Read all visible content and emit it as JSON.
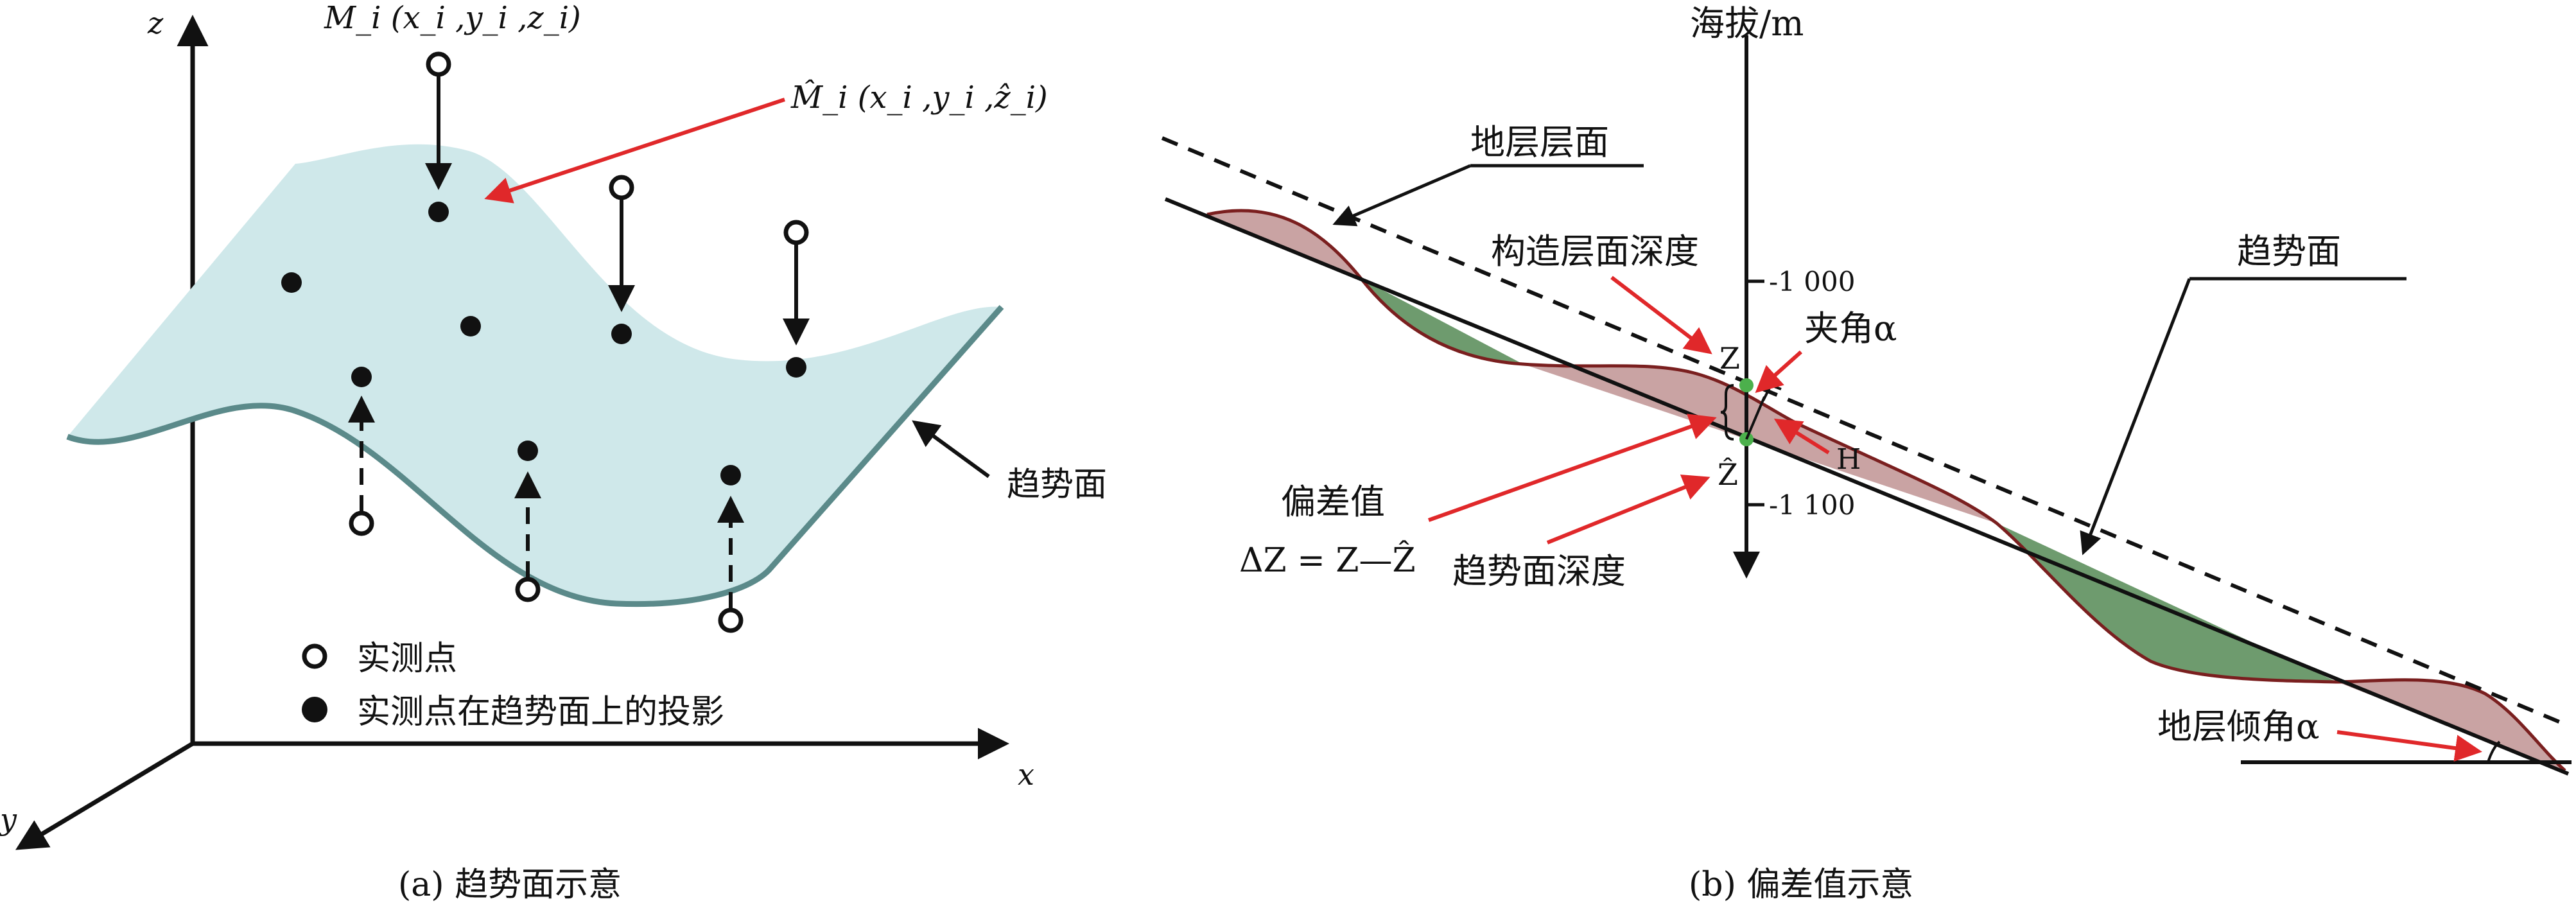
{
  "panel_a": {
    "caption": "(a) 趋势面示意",
    "axes": {
      "z": "z",
      "x": "x",
      "y": "y"
    },
    "point_label_measured": "M_i (x_i ,y_i ,z_i)",
    "point_label_projected": "M̂_i (x_i ,y_i ,ẑ_i)",
    "surface_label": "趋势面",
    "legend": [
      {
        "marker": "open-circle",
        "label": "实测点"
      },
      {
        "marker": "filled-circle",
        "label": "实测点在趋势面上的投影"
      }
    ],
    "colors": {
      "surface_fill": "#cfe8ea",
      "surface_edge": "#5b8a8a",
      "arrow_red": "#e0282a"
    }
  },
  "panel_b": {
    "caption": "(b) 偏差值示意",
    "axis_title": "海拔/m",
    "ticks": [
      "-1 000",
      "-1 100"
    ],
    "labels": {
      "stratum_surface": "地层层面",
      "structural_depth": "构造层面深度",
      "included_angle": "夹角α",
      "trend_surface": "趋势面",
      "point_Z": "Z",
      "point_H": "H",
      "point_Zhat": "Ẑ",
      "deviation": "偏差值",
      "deviation_formula": "ΔZ = Z—Ẑ",
      "trend_depth": "趋势面深度",
      "dip_angle": "地层倾角α"
    },
    "colors": {
      "positive_fill": "#c9a3a3",
      "negative_fill": "#6e9b6e",
      "curve": "#7a1f1f",
      "arrow_red": "#e0282a",
      "point_green": "#4cb04c"
    }
  }
}
